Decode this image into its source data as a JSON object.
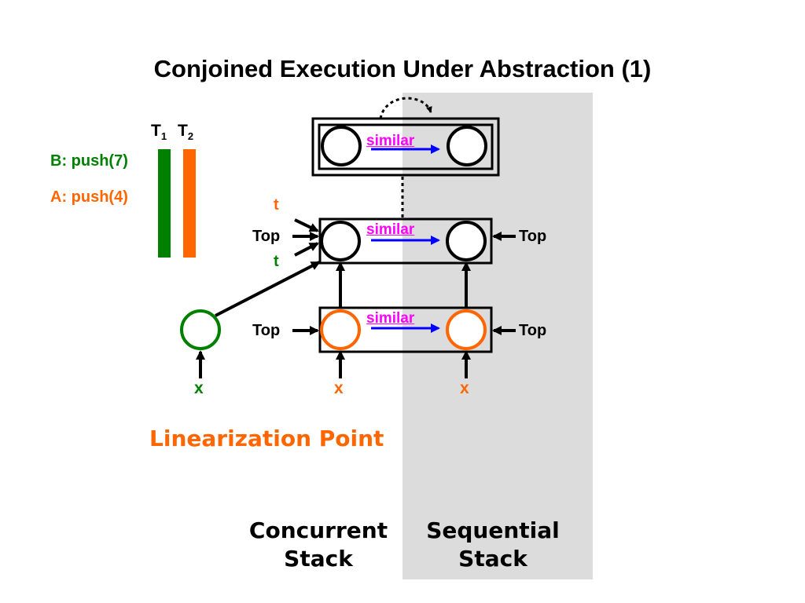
{
  "title": "Conjoined Execution Under Abstraction (1)",
  "threads": {
    "t1": {
      "base": "T",
      "sub": "1"
    },
    "t2": {
      "base": "T",
      "sub": "2"
    }
  },
  "operations": {
    "b": "B: push(7)",
    "a": "A: push(4)"
  },
  "labels": {
    "similar": "similar",
    "top": "Top",
    "t": "t",
    "x": "x",
    "linearization_point": "Linearization Point",
    "concurrent_stack_line1": "Concurrent",
    "concurrent_stack_line2": "Stack",
    "sequential_stack_line1": "Sequential",
    "sequential_stack_line2": "Stack"
  },
  "colors": {
    "green": "#008000",
    "orange": "#ff6600",
    "magenta": "#ff00ff",
    "blue": "#0000ff",
    "shade": "#dcdcdc"
  }
}
